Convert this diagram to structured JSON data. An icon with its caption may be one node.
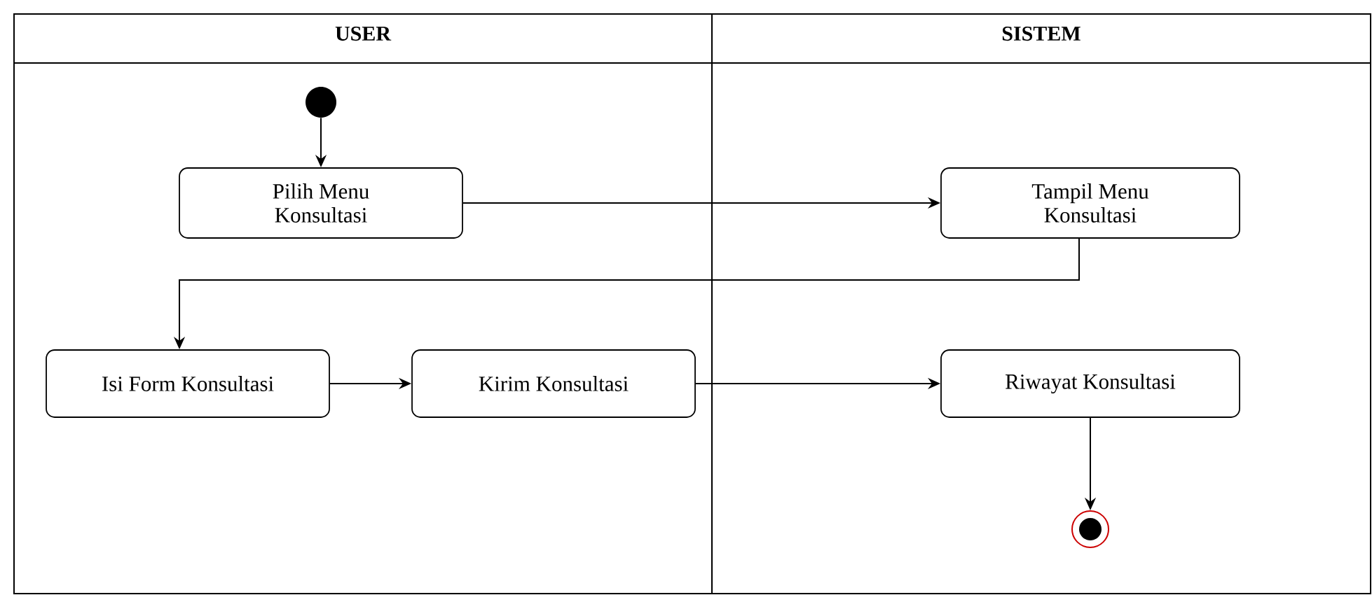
{
  "diagram": {
    "nodes": [
      {
        "text": [
          "USER"
        ]
      },
      {
        "text": [
          "SISTEM"
        ]
      },
      {
        "text": [],
        "shape": "circle",
        "in": 0
      },
      {
        "text": [
          "Pilih Menu Konsultasi"
        ],
        "in": 0
      },
      {
        "text": [
          "Tampil Menu Konsultasi"
        ],
        "in": 1
      },
      {
        "text": [
          "Isi Form Konsultasi"
        ],
        "in": 0
      },
      {
        "text": [
          "Kirim Konsultasi"
        ],
        "in": 0
      },
      {
        "text": [
          "Riwayat Konsultasi"
        ],
        "in": 1
      },
      {
        "text": [],
        "shape": "circle",
        "in": 1
      }
    ],
    "edges": [
      {
        "from": 2,
        "to": 3,
        "arrow": "to"
      },
      {
        "from": 3,
        "to": 4,
        "arrow": "to"
      },
      {
        "from": 4,
        "to": 5,
        "arrow": "to"
      },
      {
        "from": 5,
        "to": 6,
        "arrow": "to"
      },
      {
        "from": 6,
        "to": 7,
        "arrow": "to"
      },
      {
        "from": 7,
        "to": 8,
        "arrow": "to"
      }
    ]
  }
}
